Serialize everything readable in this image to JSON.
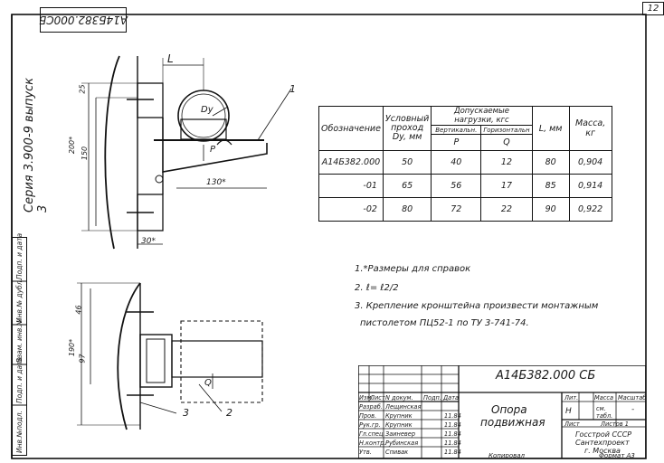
{
  "stamp": "А14Б382.000СБ",
  "page_number": "12",
  "series": "Серия 3.900-9 выпуск 3",
  "side_labels": [
    "Инв.№подл.",
    "Подп. и дата",
    "Взам. инв.№",
    "Инв.№ дубл.",
    "Подп. и дата"
  ],
  "drawing_labels": {
    "L": "L",
    "Dy": "Dy",
    "P": "P",
    "Q": "Q",
    "dim_25": "25",
    "dim_200": "200*",
    "dim_150": "150",
    "dim_130": "130*",
    "dim_30": "30*",
    "dim_46": "46",
    "dim_190": "190*",
    "dim_97": "97",
    "callout_1": "1",
    "callout_2": "2",
    "callout_3": "3"
  },
  "table": {
    "h_designation": "Обозначение",
    "h_dy_line1": "Условный",
    "h_dy_line2": "проход",
    "h_dy_line3": "Dy, мм",
    "h_loads": "Допускаемые нагрузки, кгс",
    "h_vert": "Вертикальн.",
    "h_horiz": "Горизонтальн",
    "h_p": "P",
    "h_q": "Q",
    "h_l": "L, мм",
    "h_mass_line1": "Масса,",
    "h_mass_line2": "кг",
    "rows": [
      {
        "designation": "А14Б382.000",
        "dy": "50",
        "p": "40",
        "q": "12",
        "l": "80",
        "mass": "0,904"
      },
      {
        "designation": "-01",
        "dy": "65",
        "p": "56",
        "q": "17",
        "l": "85",
        "mass": "0,914"
      },
      {
        "designation": "-02",
        "dy": "80",
        "p": "72",
        "q": "22",
        "l": "90",
        "mass": "0,922"
      }
    ]
  },
  "notes": {
    "n1": "1.*Размеры для справок",
    "n2_prefix": "2. ",
    "n2_formula": "ℓ= ℓ2/2",
    "n3_line1": "3. Крепление кронштейна произвести монтажным",
    "n3_line2": "пистолетом ПЦ52-1 по ТУ 3-741-74."
  },
  "title_block": {
    "code": "А14Б382.000 СБ",
    "name_line1": "Опора",
    "name_line2": "подвижная",
    "col_izm": "Изм.",
    "col_list": "Лист",
    "col_doc": "N докум.",
    "col_sign": "Подп.",
    "col_date": "Дата",
    "roles": [
      "Разраб.",
      "Пров.",
      "Рук.гр.",
      "Гл.спец.",
      "Н.контр.",
      "Утв."
    ],
    "names": [
      "Лещинская",
      "Крупник",
      "Крупник",
      "Заиневер",
      "Рубинская",
      "Спивак"
    ],
    "dates": [
      "",
      "11.84",
      "11.84",
      "11.84",
      "11.84",
      "11.84"
    ],
    "lit_label": "Лит.",
    "mass_label": "Масса",
    "scale_label": "Масштаб",
    "lit_value": "Н",
    "mass_value": "см. табл.",
    "scale_value": "-",
    "sheet_label": "Лист",
    "sheets_label": "Листов 1",
    "org_line1": "Госстрой СССР",
    "org_line2": "Сантехпроект",
    "org_line3": "г. Москва"
  },
  "footer": {
    "copied": "Копировал",
    "format": "Формат А3"
  }
}
